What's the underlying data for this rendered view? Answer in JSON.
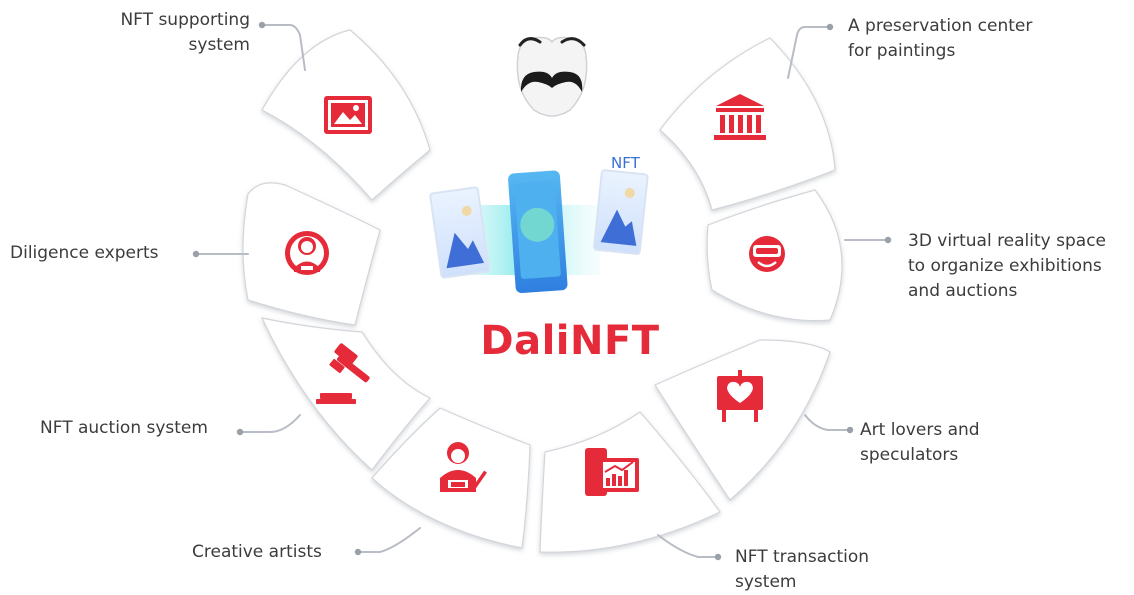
{
  "center": {
    "title": "DaliNFT",
    "badge": "NFT"
  },
  "labels": {
    "nft_supporting": "NFT supporting\nsystem",
    "preservation": "A preservation center\nfor paintings",
    "diligence": "Diligence experts",
    "vr_space": "3D virtual reality space\nto organize exhibitions\nand auctions",
    "auction": "NFT auction system",
    "art_lovers": "Art lovers and\nspeculators",
    "creative": "Creative artists",
    "transaction": "NFT transaction\nsystem"
  },
  "colors": {
    "accent": "#e52a3a",
    "line": "#b8bcc4",
    "text": "#3c3c3c",
    "badge": "#3a6fd8"
  },
  "icons": [
    "picture-icon",
    "museum-icon",
    "expert-icon",
    "vr-headset-icon",
    "gavel-icon",
    "easel-heart-icon",
    "artist-icon",
    "trading-chart-icon",
    "dali-mask-icon"
  ]
}
